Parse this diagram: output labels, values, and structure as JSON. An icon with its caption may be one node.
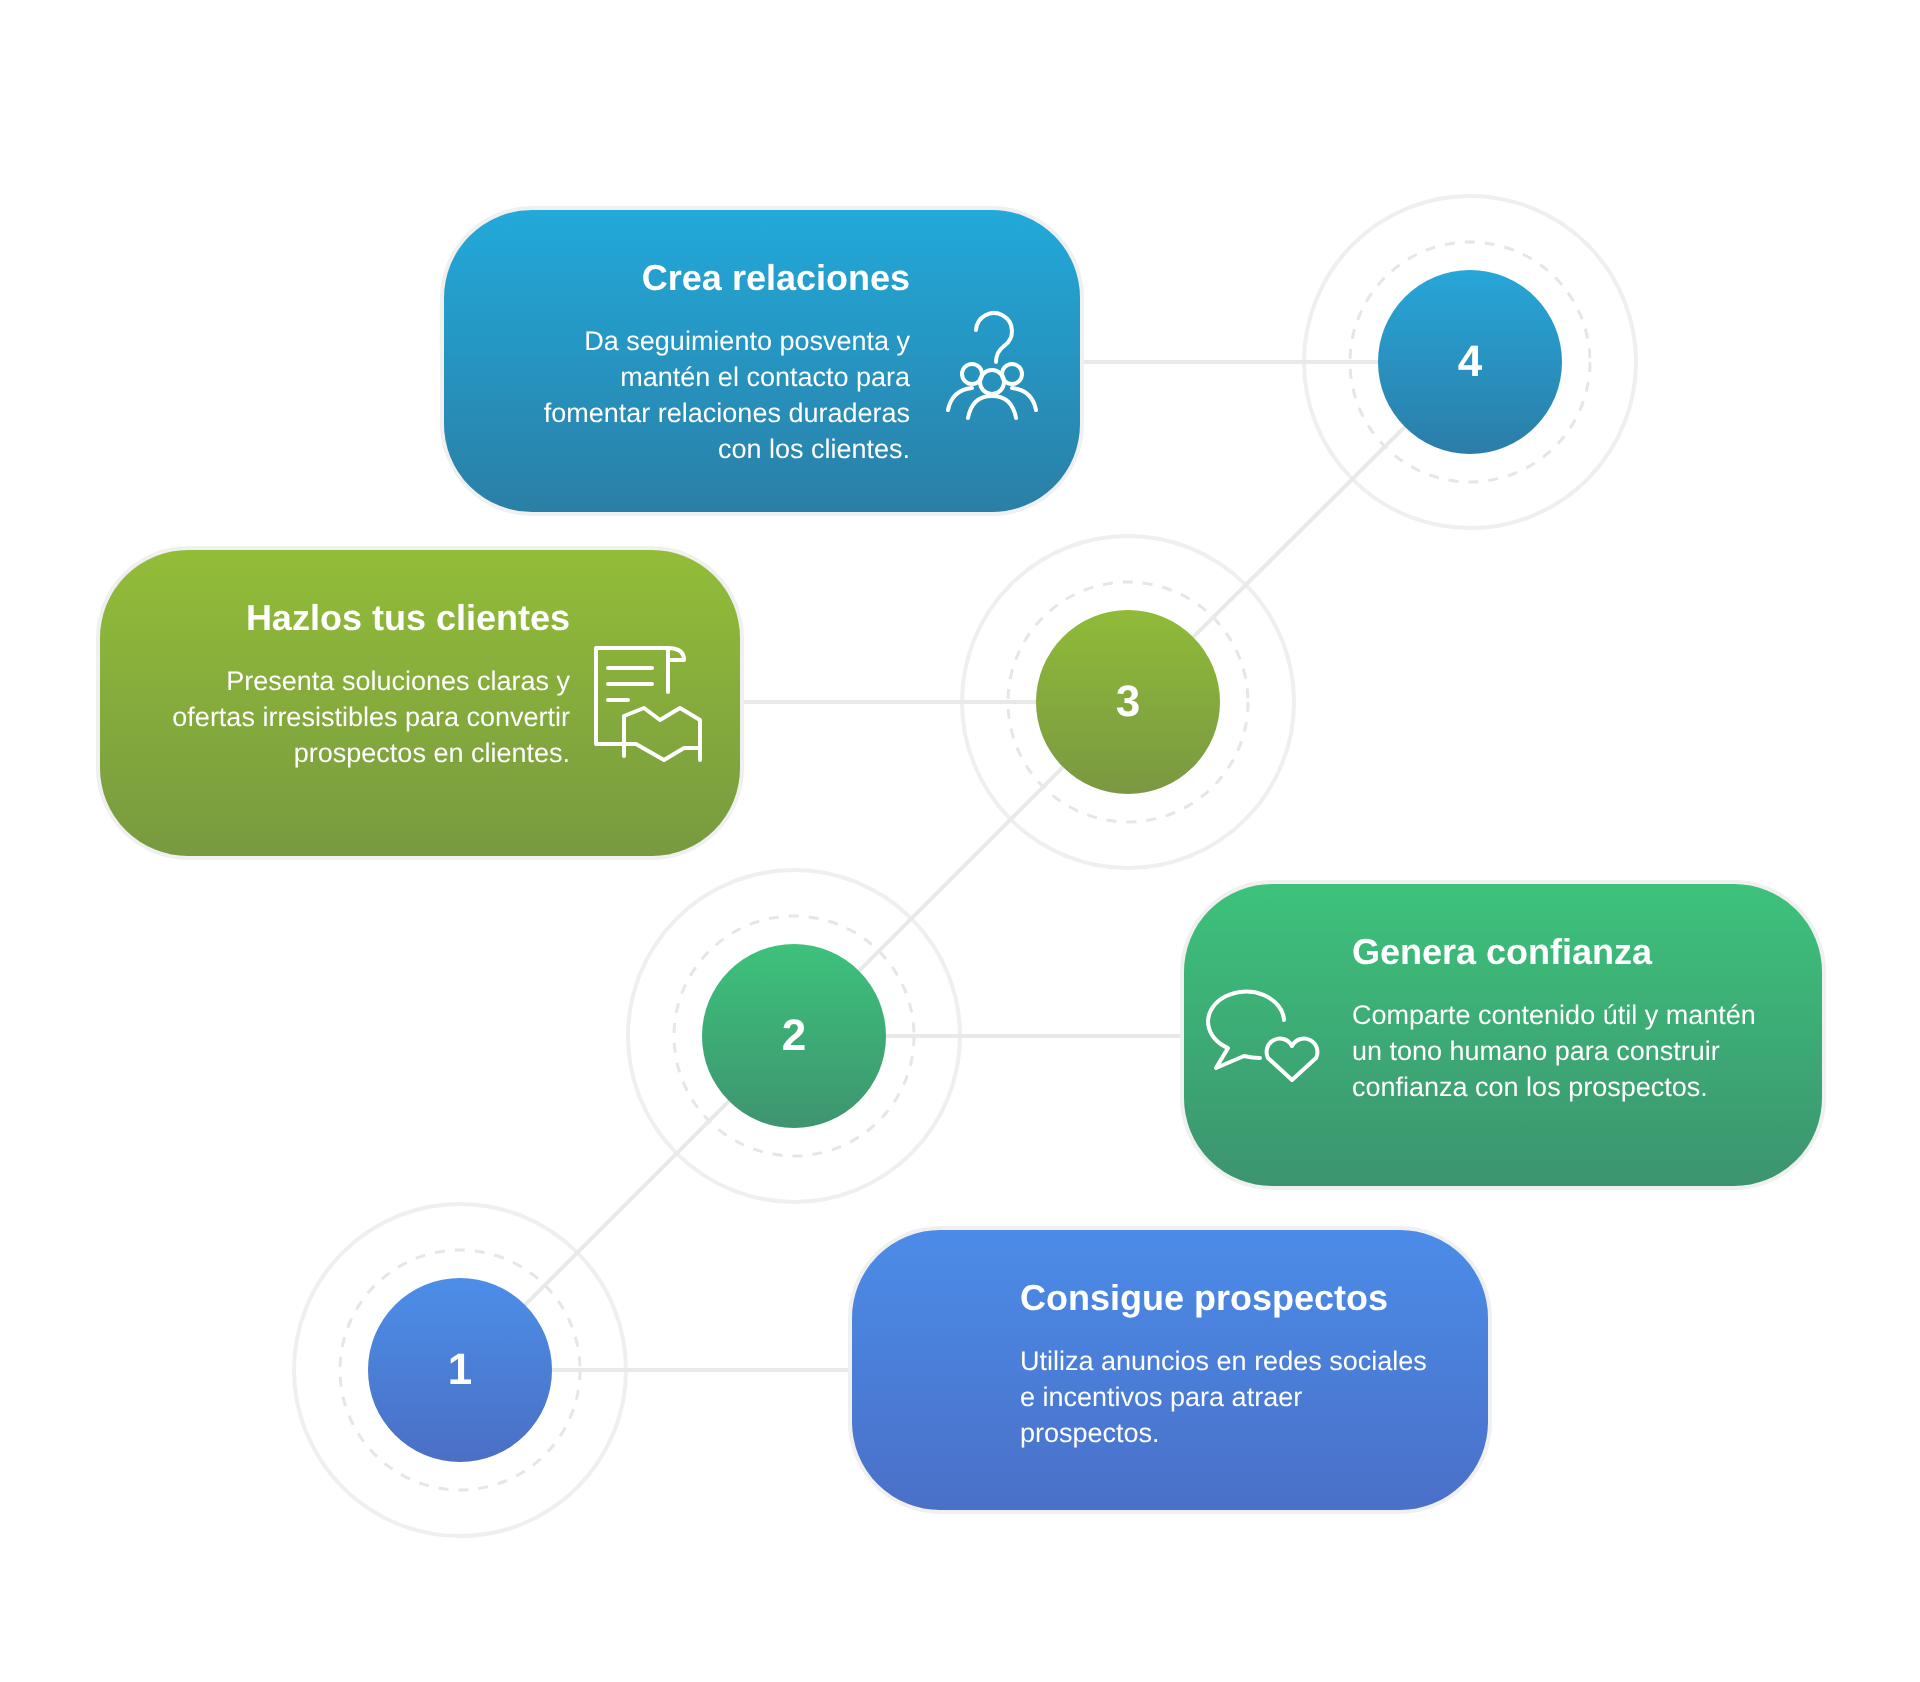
{
  "diagram": {
    "nodes": [
      {
        "text": [
          "Crea relaciones",
          "Da seguimiento posventa y mantén el contacto para fomentar relaciones duraderas con los clientes."
        ]
      },
      {
        "text": [
          "4"
        ]
      },
      {
        "text": [
          "Hazlos tus clientes",
          "Presenta soluciones claras y ofertas irresistibles para convertir prospectos en clientes."
        ]
      },
      {
        "text": [
          "3"
        ]
      },
      {
        "text": [
          "2"
        ]
      },
      {
        "text": [
          "Genera confianza",
          "Comparte contenido útil y mantén un tono humano para construir confianza con los prospectos."
        ]
      },
      {
        "text": [
          "1"
        ]
      },
      {
        "text": [
          "Consigue prospectos",
          "Utiliza anuncios en redes sociales e incentivos para atraer prospectos."
        ]
      }
    ],
    "edges": [
      {
        "from": 1,
        "to": 0,
        "arrow": "none"
      },
      {
        "from": 3,
        "to": 2,
        "arrow": "none"
      },
      {
        "from": 4,
        "to": 5,
        "arrow": "none"
      },
      {
        "from": 6,
        "to": 7,
        "arrow": "none"
      },
      {
        "from": 6,
        "to": 4,
        "arrow": "none"
      },
      {
        "from": 4,
        "to": 3,
        "arrow": "none"
      },
      {
        "from": 3,
        "to": 1,
        "arrow": "none"
      }
    ]
  }
}
